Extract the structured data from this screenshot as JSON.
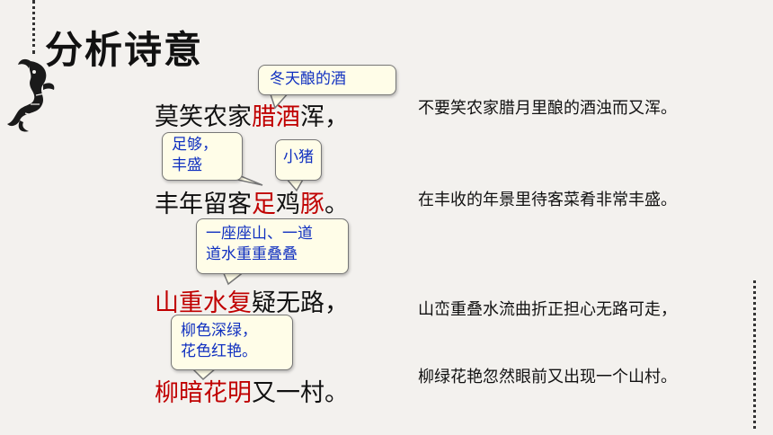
{
  "slide": {
    "title": "分析诗意",
    "ornament": "dragon-ornament",
    "accent_red": "#c00000",
    "note_blue": "#1030c0"
  },
  "poem": [
    {
      "pre": "莫笑农家",
      "hl1": "腊酒",
      "mid": "浑，",
      "hl2": "",
      "post": ""
    },
    {
      "pre": "丰年留客",
      "hl1": "足",
      "mid": "鸡",
      "hl2": "豚",
      "post": "。"
    },
    {
      "pre": "",
      "hl1": "山重水复",
      "mid": "疑无路，",
      "hl2": "",
      "post": ""
    },
    {
      "pre": "",
      "hl1": "柳暗花明",
      "mid": "又一村。",
      "hl2": "",
      "post": ""
    }
  ],
  "notes": [
    {
      "line1": "冬天酿的酒",
      "line2": ""
    },
    {
      "line1": "足够，",
      "line2": "丰盛"
    },
    {
      "line1": "小猪",
      "line2": ""
    },
    {
      "line1": "一座座山、一道",
      "line2": "道水重重叠叠"
    },
    {
      "line1": "柳色深绿，",
      "line2": "花色红艳。"
    }
  ],
  "translations": [
    "不要笑农家腊月里酿的酒浊而又浑。",
    "在丰收的年景里待客菜肴非常丰盛。",
    "山峦重叠水流曲折正担心无路可走，",
    "柳绿花艳忽然眼前又出现一个山村。"
  ]
}
